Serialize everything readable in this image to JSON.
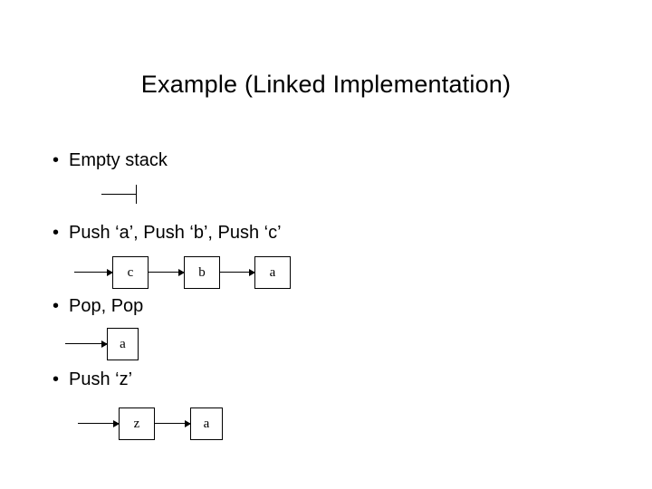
{
  "slide": {
    "title": "Example (Linked Implementation)",
    "bullets": [
      {
        "marker": "•",
        "text": "Empty stack"
      },
      {
        "marker": "•",
        "text": "Push ‘a’, Push ‘b’, Push ‘c’"
      },
      {
        "marker": "•",
        "text": "Pop, Pop"
      },
      {
        "marker": "•",
        "text": "Push ‘z’"
      }
    ],
    "diagrams": [
      {
        "name": "empty-stack-diagram",
        "nodes": [],
        "terminator": true
      },
      {
        "name": "stack-cba-diagram",
        "nodes": [
          {
            "label": "c"
          },
          {
            "label": "b"
          },
          {
            "label": "a"
          }
        ],
        "terminator": false
      },
      {
        "name": "stack-a-diagram",
        "nodes": [
          {
            "label": "a"
          }
        ],
        "terminator": false
      },
      {
        "name": "stack-za-diagram",
        "nodes": [
          {
            "label": "z"
          },
          {
            "label": "a"
          }
        ],
        "terminator": false
      }
    ]
  },
  "colors": {
    "background": "#ffffff",
    "ink": "#000000"
  }
}
